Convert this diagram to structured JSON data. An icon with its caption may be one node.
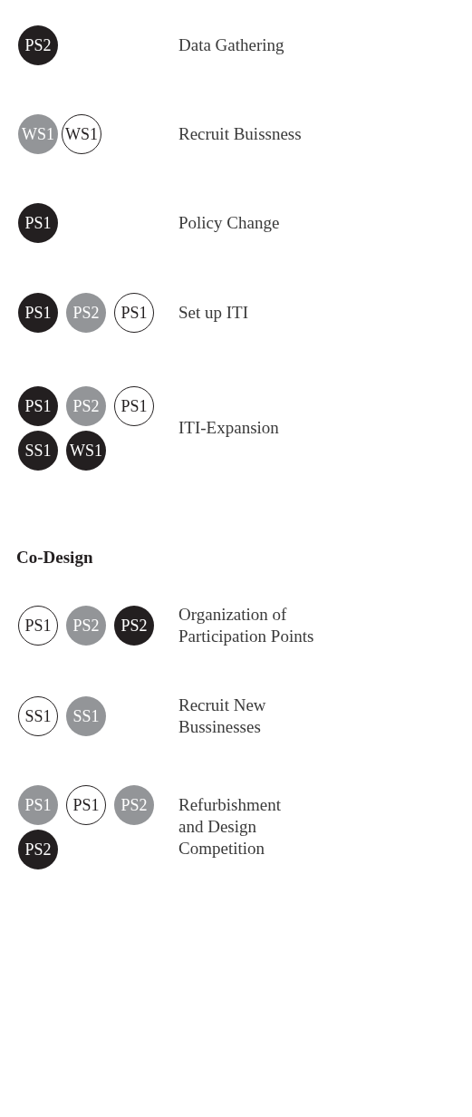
{
  "diagram": {
    "nodes": [
      {
        "text": [
          "PS2"
        ]
      },
      {
        "text": [
          "WS1"
        ]
      },
      {
        "text": [
          "WS1"
        ]
      },
      {
        "text": [
          "PS1"
        ]
      },
      {
        "text": [
          "PS1"
        ]
      },
      {
        "text": [
          "PS2"
        ]
      },
      {
        "text": [
          "PS1"
        ]
      },
      {
        "text": [
          "PS1"
        ]
      },
      {
        "text": [
          "PS2"
        ]
      },
      {
        "text": [
          "PS1"
        ]
      },
      {
        "text": [
          "SS1"
        ]
      },
      {
        "text": [
          "WS1"
        ]
      },
      {
        "text": [
          "PS1"
        ]
      },
      {
        "text": [
          "PS2"
        ]
      },
      {
        "text": [
          "PS2"
        ]
      },
      {
        "text": [
          "SS1"
        ]
      },
      {
        "text": [
          "SS1"
        ]
      },
      {
        "text": [
          "PS1"
        ]
      },
      {
        "text": [
          "PS1"
        ]
      },
      {
        "text": [
          "PS2"
        ]
      },
      {
        "text": [
          "PS2"
        ]
      }
    ],
    "labels": [
      "Data Gathering",
      "Recruit Buissness",
      "Policy Change",
      "Set up ITI",
      "ITI-Expansion",
      "Co-Design",
      "Organization of Participation Points",
      "Recruit New Bussinesses",
      "Refurbishment and Design Competition"
    ]
  }
}
